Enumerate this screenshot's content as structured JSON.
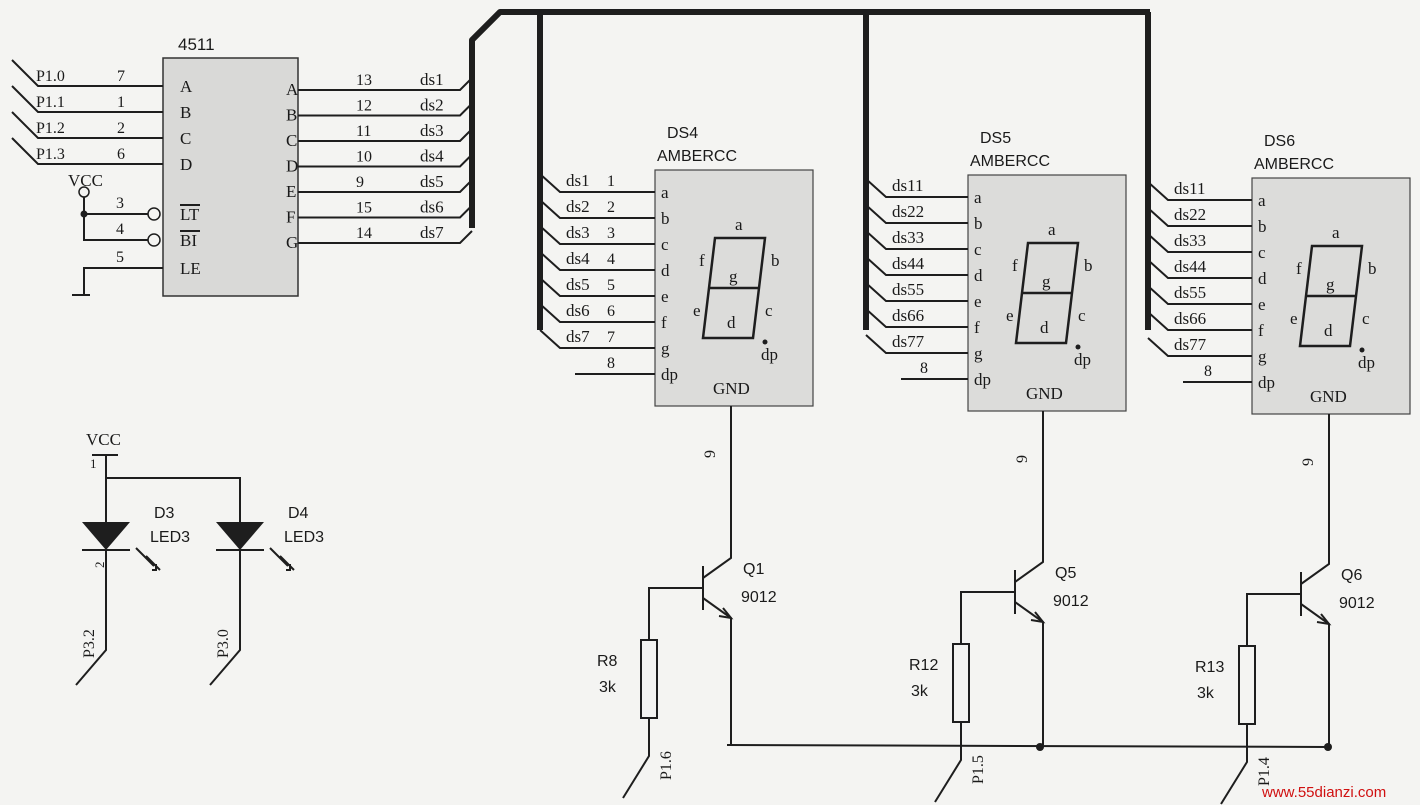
{
  "decoder": {
    "name": "4511",
    "left_pins": [
      {
        "port": "P1.0",
        "num": "7",
        "name": "A"
      },
      {
        "port": "P1.1",
        "num": "1",
        "name": "B"
      },
      {
        "port": "P1.2",
        "num": "2",
        "name": "C"
      },
      {
        "port": "P1.3",
        "num": "6",
        "name": "D"
      }
    ],
    "ctrl_pins": [
      {
        "num": "3",
        "name": "LT"
      },
      {
        "num": "4",
        "name": "BI"
      },
      {
        "num": "5",
        "name": "LE"
      }
    ],
    "vcc": "VCC",
    "right_pins": [
      {
        "name": "A",
        "num": "13",
        "net": "ds1"
      },
      {
        "name": "B",
        "num": "12",
        "net": "ds2"
      },
      {
        "name": "C",
        "num": "11",
        "net": "ds3"
      },
      {
        "name": "D",
        "num": "10",
        "net": "ds4"
      },
      {
        "name": "E",
        "num": "9",
        "net": "ds5"
      },
      {
        "name": "F",
        "num": "15",
        "net": "ds6"
      },
      {
        "name": "G",
        "num": "14",
        "net": "ds7"
      }
    ]
  },
  "displays": [
    {
      "id": "DS4",
      "type": "AMBERCC",
      "pins": [
        {
          "net": "ds1",
          "num": "1",
          "seg": "a"
        },
        {
          "net": "ds2",
          "num": "2",
          "seg": "b"
        },
        {
          "net": "ds3",
          "num": "3",
          "seg": "c"
        },
        {
          "net": "ds4",
          "num": "4",
          "seg": "d"
        },
        {
          "net": "ds5",
          "num": "5",
          "seg": "e"
        },
        {
          "net": "ds6",
          "num": "6",
          "seg": "f"
        },
        {
          "net": "ds7",
          "num": "7",
          "seg": "g"
        },
        {
          "net": "",
          "num": "8",
          "seg": "dp"
        }
      ],
      "gnd": "GND",
      "gnd_pin": "9",
      "transistor": {
        "name": "Q1",
        "model": "9012"
      },
      "resistor": {
        "name": "R8",
        "value": "3k"
      },
      "port": "P1.6"
    },
    {
      "id": "DS5",
      "type": "AMBERCC",
      "pins": [
        {
          "net": "ds11",
          "num": "",
          "seg": "a"
        },
        {
          "net": "ds22",
          "num": "",
          "seg": "b"
        },
        {
          "net": "ds33",
          "num": "",
          "seg": "c"
        },
        {
          "net": "ds44",
          "num": "",
          "seg": "d"
        },
        {
          "net": "ds55",
          "num": "",
          "seg": "e"
        },
        {
          "net": "ds66",
          "num": "",
          "seg": "f"
        },
        {
          "net": "ds77",
          "num": "",
          "seg": "g"
        },
        {
          "net": "",
          "num": "8",
          "seg": "dp"
        }
      ],
      "gnd": "GND",
      "gnd_pin": "9",
      "transistor": {
        "name": "Q5",
        "model": "9012"
      },
      "resistor": {
        "name": "R12",
        "value": "3k"
      },
      "port": "P1.5"
    },
    {
      "id": "DS6",
      "type": "AMBERCC",
      "pins": [
        {
          "net": "ds11",
          "num": "",
          "seg": "a"
        },
        {
          "net": "ds22",
          "num": "",
          "seg": "b"
        },
        {
          "net": "ds33",
          "num": "",
          "seg": "c"
        },
        {
          "net": "ds44",
          "num": "",
          "seg": "d"
        },
        {
          "net": "ds55",
          "num": "",
          "seg": "e"
        },
        {
          "net": "ds66",
          "num": "",
          "seg": "f"
        },
        {
          "net": "ds77",
          "num": "",
          "seg": "g"
        },
        {
          "net": "",
          "num": "8",
          "seg": "dp"
        }
      ],
      "gnd": "GND",
      "gnd_pin": "9",
      "transistor": {
        "name": "Q6",
        "model": "9012"
      },
      "resistor": {
        "name": "R13",
        "value": "3k"
      },
      "port": "P1.4"
    }
  ],
  "seg_labels": {
    "a": "a",
    "b": "b",
    "c": "c",
    "d": "d",
    "e": "e",
    "f": "f",
    "g": "g",
    "dp": "dp"
  },
  "leds": {
    "vcc": "VCC",
    "vcc_pin": "1",
    "items": [
      {
        "name": "D3",
        "type": "LED3",
        "pin": "2",
        "port": "P3.2"
      },
      {
        "name": "D4",
        "type": "LED3",
        "pin": "",
        "port": "P3.0"
      }
    ]
  },
  "watermark": "www.55dianzi.com"
}
